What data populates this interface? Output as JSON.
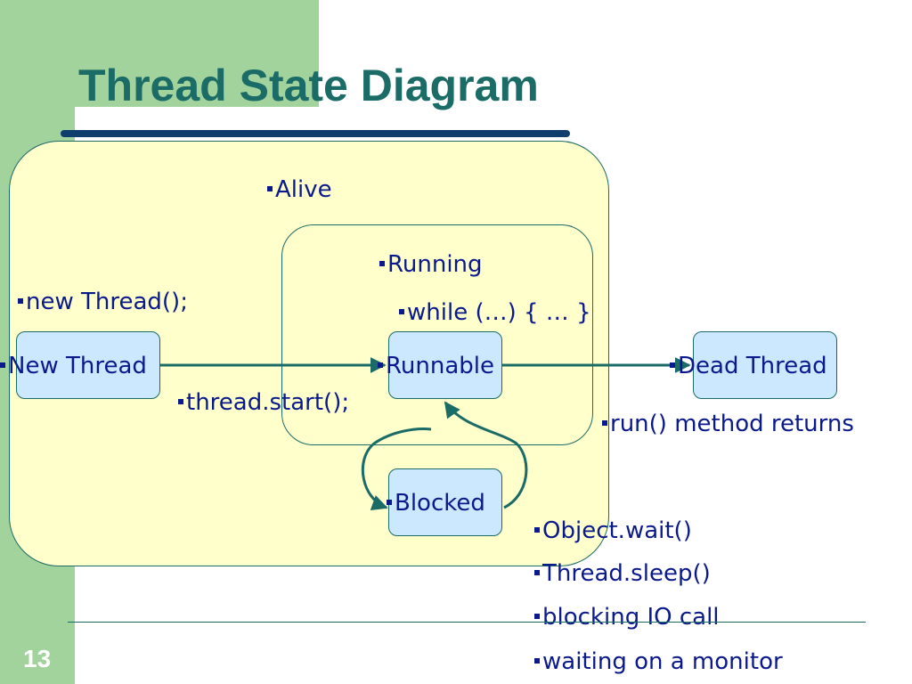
{
  "title": "Thread State Diagram",
  "page_number": "13",
  "regions": {
    "alive": "Alive",
    "running": "Running",
    "loop": "while (…) { … }"
  },
  "states": {
    "new": "New Thread",
    "runnable": "Runnable",
    "blocked": "Blocked",
    "dead": "Dead Thread"
  },
  "annotations": {
    "new_thread": "new Thread();",
    "start": "thread.start();",
    "run_returns": "run() method returns"
  },
  "blocking_causes": [
    "Object.wait()",
    "Thread.sleep()",
    "blocking IO call",
    "waiting on a monitor"
  ],
  "colors": {
    "accent_band": "#a3d39c",
    "title": "#1b6b67",
    "alive_fill": "#ffffcc",
    "state_fill": "#cce8ff",
    "text": "#0a1a8c",
    "arrow": "#1b6b67"
  }
}
